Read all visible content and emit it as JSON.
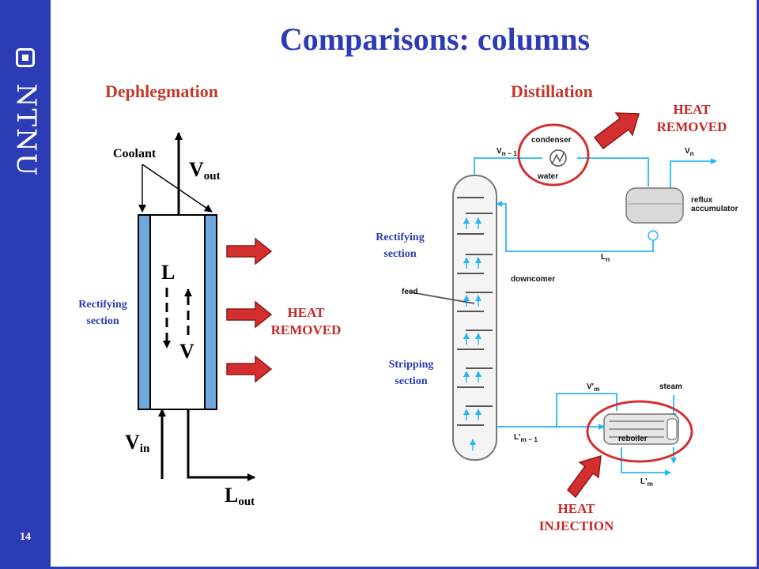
{
  "slide": {
    "title": "Comparisons: columns",
    "page_number": "14",
    "logo_text": "NTNU"
  },
  "left": {
    "heading": "Dephlegmation",
    "coolant": "Coolant",
    "v_out": {
      "main": "V",
      "sub": "out"
    },
    "l_label": "L",
    "v_label": "V",
    "v_in": {
      "main": "V",
      "sub": "in"
    },
    "l_out": {
      "main": "L",
      "sub": "out"
    },
    "section_line1": "Rectifying",
    "section_line2": "section",
    "heat_line1": "HEAT",
    "heat_line2": "REMOVED"
  },
  "right": {
    "heading": "Distillation",
    "heat_removed_line1": "HEAT",
    "heat_removed_line2": "REMOVED",
    "heat_injection_line1": "HEAT",
    "heat_injection_line2": "INJECTION",
    "rectifying_line1": "Rectifying",
    "rectifying_line2": "section",
    "stripping_line1": "Stripping",
    "stripping_line2": "section",
    "schematic": {
      "condenser": "condenser",
      "water": "water",
      "reflux_line1": "reflux",
      "reflux_line2": "accumulator",
      "downcomer": "downcomer",
      "feed": "feed",
      "steam": "steam",
      "reboiler": "reboiler",
      "v_n_minus_1": "V",
      "v_n_minus_1_sub": "n − 1",
      "v_n": "V",
      "v_n_sub": "n",
      "l_n": "L",
      "l_n_sub": "n",
      "v_prime_m": "V′",
      "v_prime_m_sub": "m",
      "l_prime_m_minus_1": "L′",
      "l_prime_m_minus_1_sub": "m − 1",
      "l_prime_m": "L′",
      "l_prime_m_sub": "m"
    }
  },
  "colors": {
    "brand_blue": "#2c3cb4",
    "heading_red": "#c0392b",
    "arrow_red": "#d32f2f",
    "tube_blue": "#6fa8dc",
    "pipe_cyan": "#29b6f6"
  }
}
